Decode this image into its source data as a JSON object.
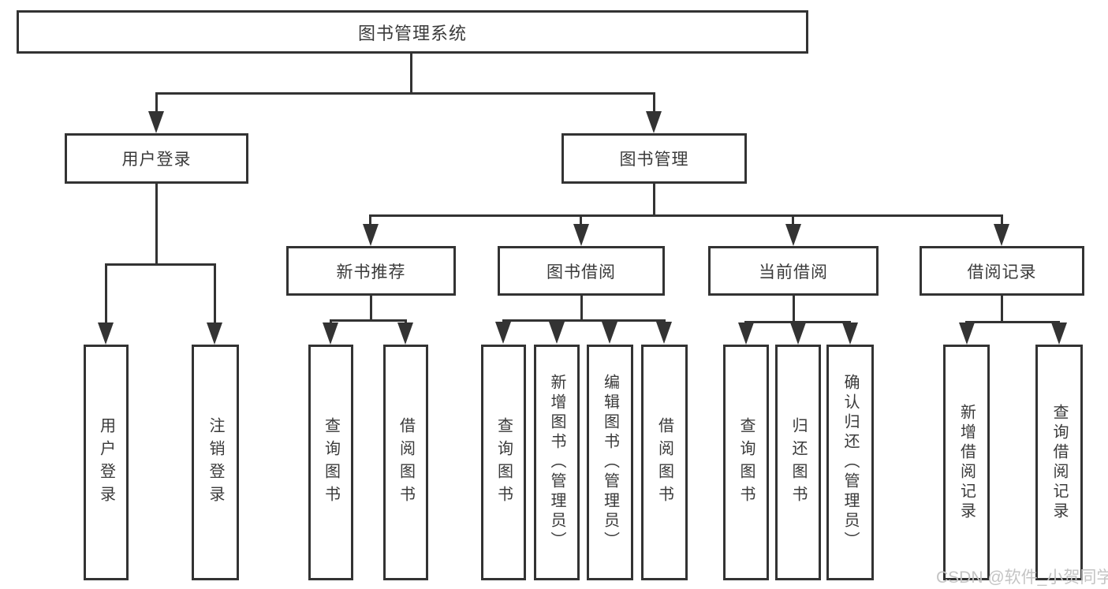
{
  "root": {
    "label": "图书管理系统"
  },
  "level2": {
    "user_login": {
      "label": "用户登录",
      "children": [
        "用户登录",
        "注销登录"
      ]
    },
    "book_mgmt": {
      "label": "图书管理"
    }
  },
  "level3": {
    "new_books": {
      "label": "新书推荐",
      "children": [
        "查询图书",
        "借阅图书"
      ]
    },
    "book_borrow": {
      "label": "图书借阅",
      "children": [
        "查询图书",
        "新增图书（管理员）",
        "编辑图书（管理员）",
        "借阅图书"
      ]
    },
    "current_borrow": {
      "label": "当前借阅",
      "children": [
        "查询图书",
        "归还图书",
        "确认归还（管理员）"
      ]
    },
    "borrow_records": {
      "label": "借阅记录",
      "children": [
        "新增借阅记录",
        "查询借阅记录"
      ]
    }
  },
  "watermark": {
    "text": "CSDN @软件_小贺同学"
  },
  "colors": {
    "line": "#333333",
    "text": "#3a3a3a",
    "watermark": "#c4c4c4",
    "background": "#ffffff"
  }
}
